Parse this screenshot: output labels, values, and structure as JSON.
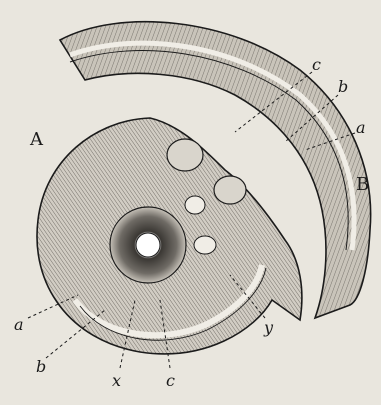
{
  "figure": {
    "regions": [
      "A",
      "B"
    ],
    "labels": {
      "c_top": "c",
      "b_top": "b",
      "a_right": "a",
      "a_left": "a",
      "b_left": "b",
      "x": "x",
      "c_bottom": "c",
      "y": "y"
    },
    "colors": {
      "paper": "#e9e6de",
      "ink": "#1b1b1b",
      "tissue": "#bdb8ae",
      "tissue_dark": "#8f8a82",
      "band_light": "#f0ede6"
    }
  }
}
